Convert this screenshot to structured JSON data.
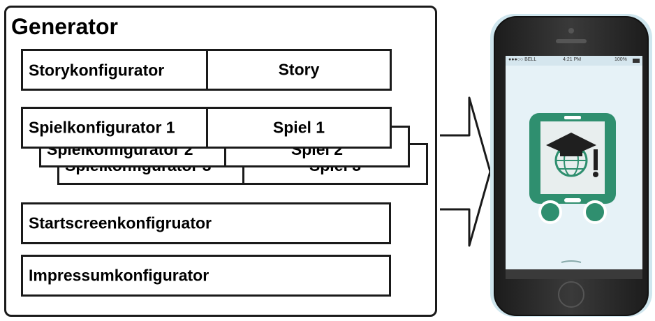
{
  "generator": {
    "title": "Generator",
    "story_configurator": "Storykonfigurator",
    "story": "Story",
    "game_stack": [
      {
        "configurator": "Spielkonfigurator 1",
        "game": "Spiel 1"
      },
      {
        "configurator": "Spielkonfigurator 2",
        "game": "Spiel 2"
      },
      {
        "configurator": "Spielkonfigurator 3",
        "game": "Spiel 3"
      }
    ],
    "startscreen_configurator": "Startscreenkonfigruator",
    "imprint_configurator": "Impressumkonfigurator"
  },
  "phone": {
    "carrier": "●●●○○ BELL",
    "time": "4:21 PM",
    "battery": "100%",
    "app_icon": "graduation-cap-globe-icon",
    "colors": {
      "app_green": "#2f8f6f",
      "screen_bg": "#e6f2f7",
      "body": "#2b2b2b"
    }
  }
}
